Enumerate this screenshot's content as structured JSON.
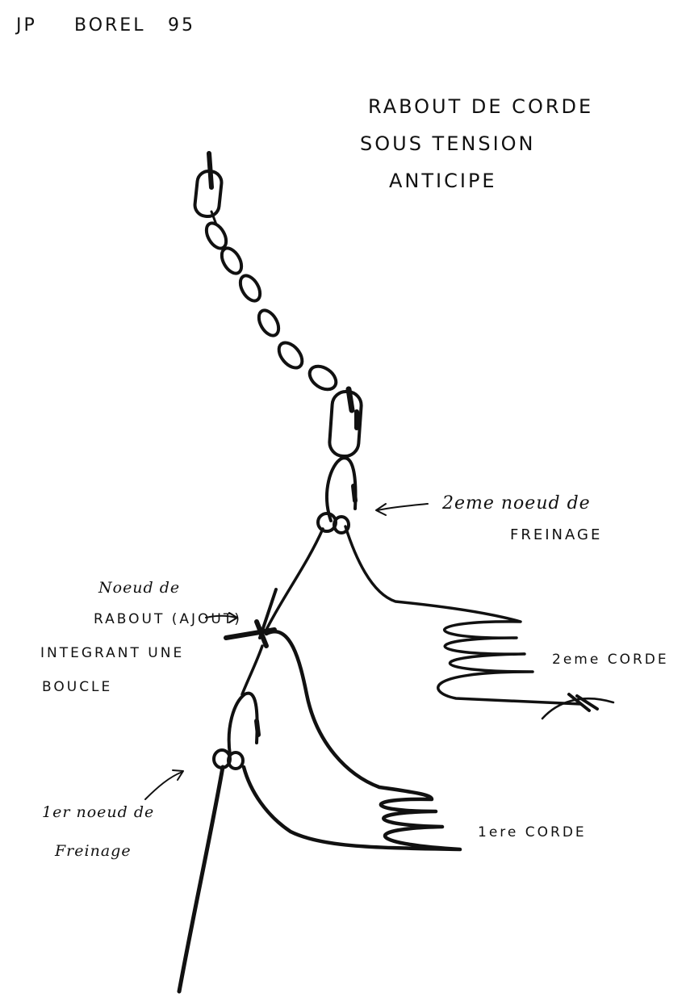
{
  "author": {
    "name": "JP",
    "surname": "BOREL",
    "year": "95"
  },
  "title": {
    "line1": "RABOUT DE CORDE",
    "line2": "SOUS TENSION",
    "line3": "ANTICIPE"
  },
  "labels": {
    "brake_knot_2_line1": "2eme noeud de",
    "brake_knot_2_line2": "FREINAGE",
    "splice_knot_line1": "Noeud de",
    "splice_knot_line2": "RABOUT (AJOUT)",
    "splice_knot_line3": "INTEGRANT UNE",
    "splice_knot_line4": "BOUCLE",
    "rope_2": "2eme CORDE",
    "brake_knot_1_line1": "1er noeud de",
    "brake_knot_1_line2": "Freinage",
    "rope_1": "1ere CORDE"
  },
  "colors": {
    "ink": "#111111",
    "paper": "#ffffff"
  }
}
